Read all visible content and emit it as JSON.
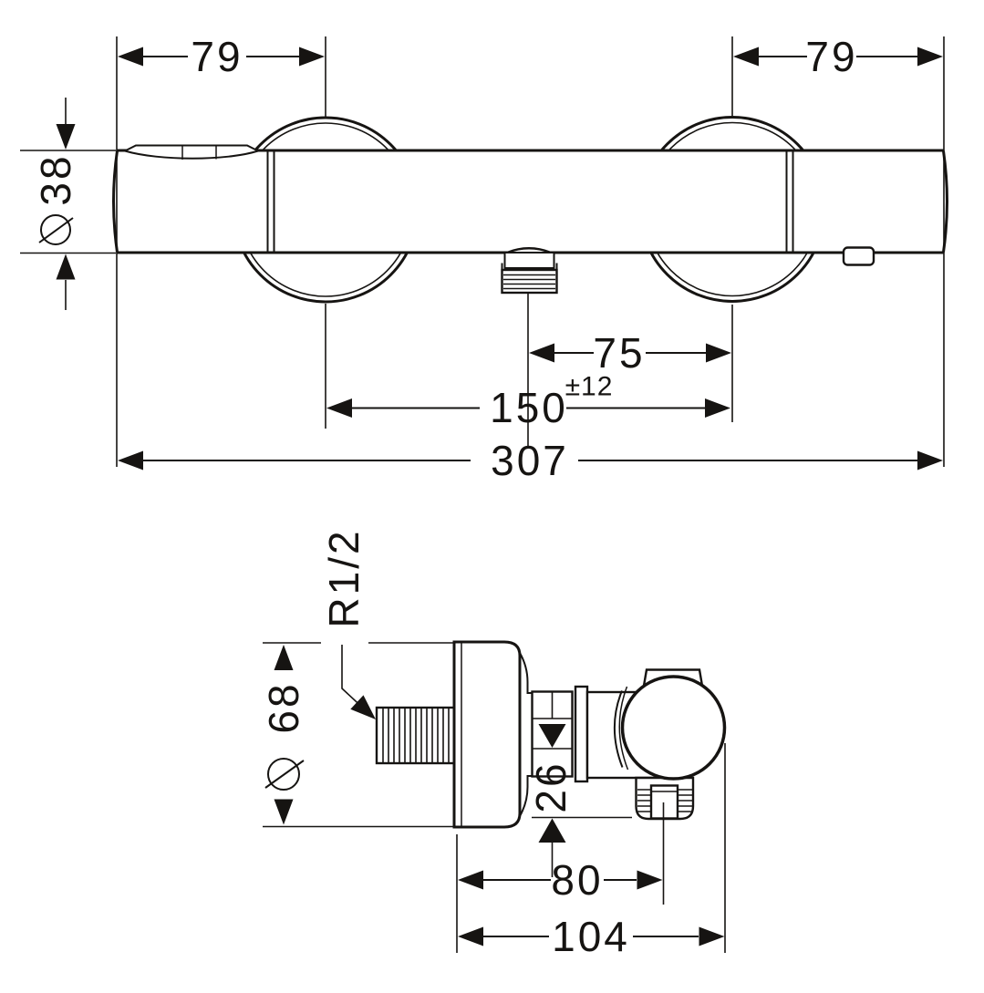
{
  "front_view": {
    "dim_width_left": "79",
    "dim_width_right": "79",
    "dim_body_diameter": "38",
    "dim_outlet_offset": "75",
    "dim_connection_centers": "150",
    "dim_connection_tolerance": "±12",
    "dim_overall_width": "307"
  },
  "side_view": {
    "label_thread_size": "R1/2",
    "dim_escutcheon_diameter": "68",
    "dim_knob_offset": "26",
    "dim_depth_to_screw": "80",
    "dim_overall_depth": "104"
  },
  "symbols": {
    "diameter": "⌀"
  },
  "colors": {
    "line": "#161412",
    "background": "#ffffff"
  }
}
